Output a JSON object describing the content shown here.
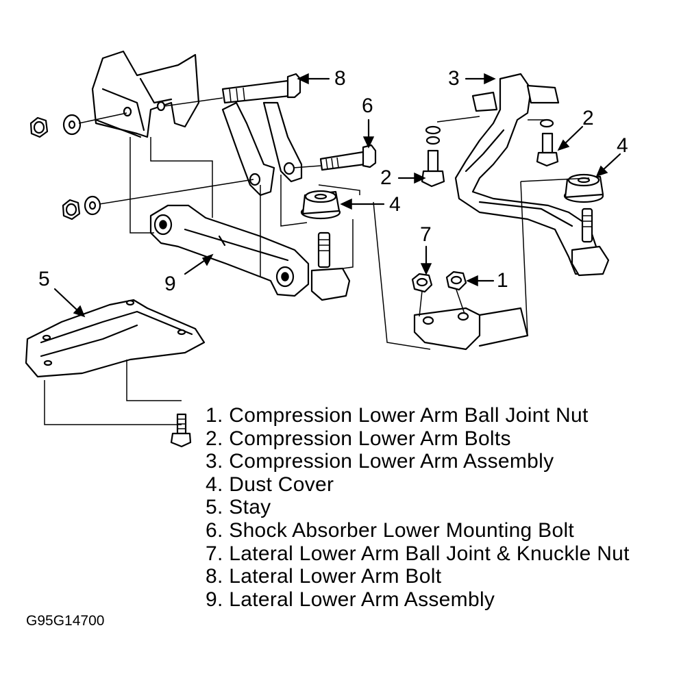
{
  "callouts": {
    "c1": "1",
    "c2a": "2",
    "c2b": "2",
    "c3": "3",
    "c4a": "4",
    "c4b": "4",
    "c5": "5",
    "c6": "6",
    "c7": "7",
    "c8": "8",
    "c9": "9"
  },
  "legend": [
    "1. Compression Lower Arm Ball Joint Nut",
    "2. Compression Lower Arm Bolts",
    "3. Compression Lower Arm Assembly",
    "4. Dust Cover",
    "5. Stay",
    "6. Shock Absorber Lower Mounting Bolt",
    "7. Lateral Lower Arm Ball Joint & Knuckle Nut",
    "8. Lateral Lower Arm Bolt",
    "9. Lateral Lower Arm Assembly"
  ],
  "figure_code": "G95G14700"
}
